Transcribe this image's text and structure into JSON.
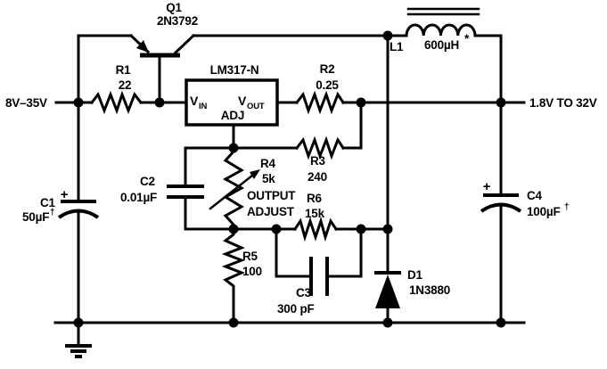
{
  "colors": {
    "line": "#000000",
    "background": "#ffffff"
  },
  "input": {
    "label": "8V–35V"
  },
  "output": {
    "label": "1.8V TO 32V"
  },
  "transistor_q1": {
    "ref": "Q1",
    "part": "2N3792"
  },
  "regulator": {
    "name": "LM317-N",
    "pin_vin": {
      "main": "V",
      "sub": "IN"
    },
    "pin_vout": {
      "main": "V",
      "sub": "OUT"
    },
    "pin_adj": "ADJ"
  },
  "resistors": {
    "r1": {
      "ref": "R1",
      "value": "22"
    },
    "r2": {
      "ref": "R2",
      "value": "0.25"
    },
    "r3": {
      "ref": "R3",
      "value": "240"
    },
    "r4": {
      "ref": "R4",
      "value": "5k",
      "function_line1": "OUTPUT",
      "function_line2": "ADJUST"
    },
    "r5": {
      "ref": "R5",
      "value": "100"
    },
    "r6": {
      "ref": "R6",
      "value": "15k"
    }
  },
  "capacitors": {
    "c1": {
      "ref": "C1",
      "value": "50µF",
      "note": "†",
      "polarity": "+"
    },
    "c2": {
      "ref": "C2",
      "value": "0.01µF"
    },
    "c3": {
      "ref": "C3",
      "value": "300 pF"
    },
    "c4": {
      "ref": "C4",
      "value": "100µF",
      "note": "†",
      "polarity": "+"
    }
  },
  "inductor_l1": {
    "ref": "L1",
    "value": "600µH",
    "note": "*"
  },
  "diode_d1": {
    "ref": "D1",
    "part": "1N3880"
  }
}
